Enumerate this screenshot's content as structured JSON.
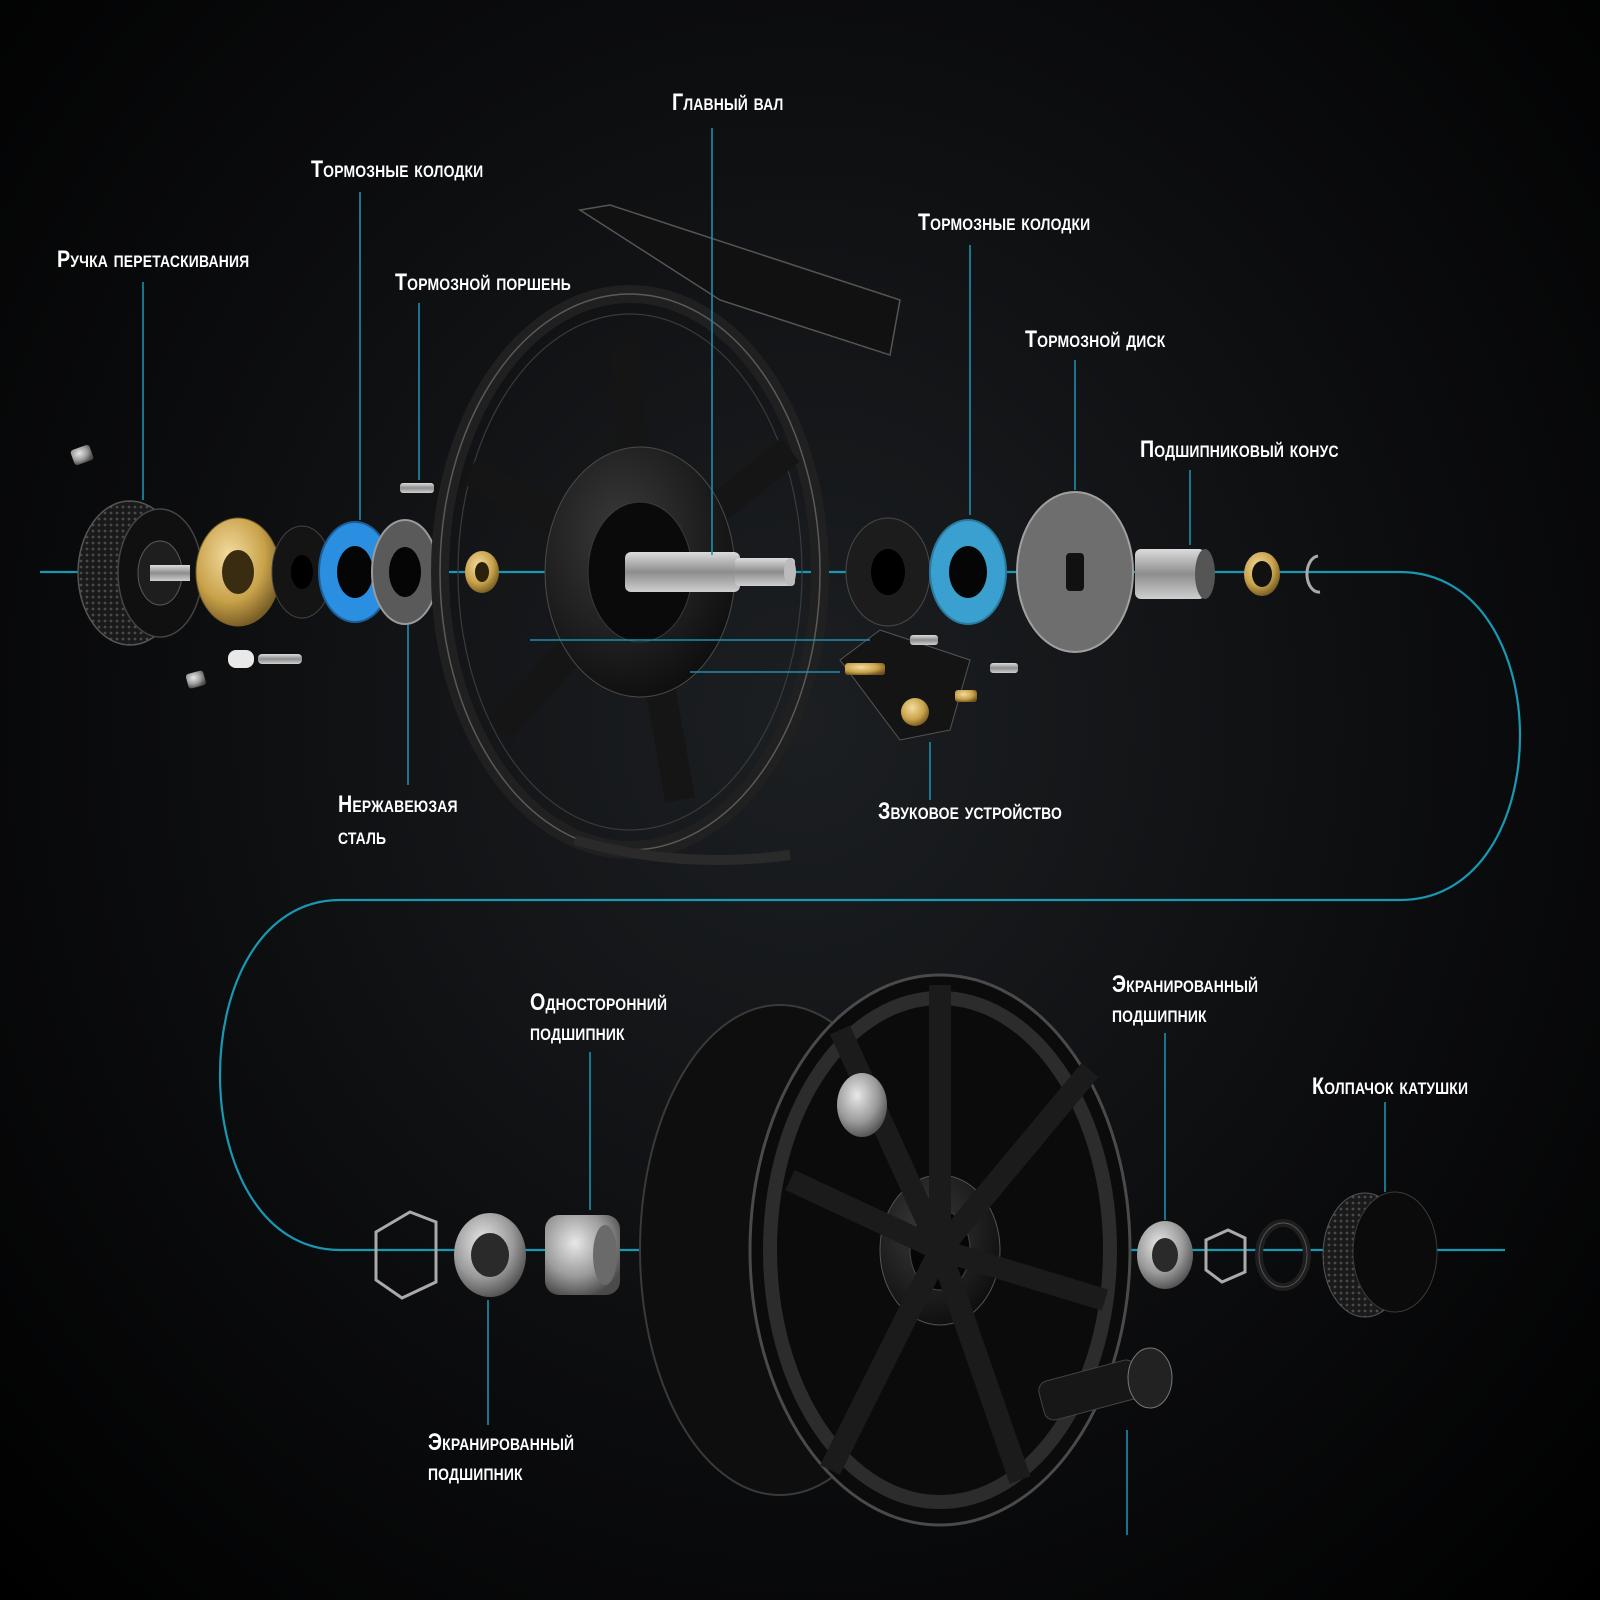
{
  "labels": {
    "main_shaft": "Главный вал",
    "brake_pads_left": "Тормозные колодки",
    "drag_knob": "Ручка перетаскивания",
    "brake_piston": "Тормозной поршень",
    "brake_pads_right": "Тормозные колодки",
    "brake_disc": "Тормозной диск",
    "bearing_cone": "Подшипниковый конус",
    "stainless_steel_line1": "Нержавеюзая",
    "stainless_steel_line2": "сталь",
    "sound_device": "Звуковое устройство",
    "one_way_bearing_line1": "Односторонний",
    "one_way_bearing_line2": "подшипник",
    "shielded_bearing_right_line1": "Экранированный",
    "shielded_bearing_right_line2": "подшипник",
    "spool_cap": "Колпачок катушки",
    "shielded_bearing_left_line1": "Экранированный",
    "shielded_bearing_left_line2": "подшипник"
  },
  "colors": {
    "accent_line": "#1aa7c4",
    "leader_line": "#1b8fb0",
    "text": "#ffffff",
    "blue_washer": "#2a8fe0",
    "brass": "#c9a24a",
    "frame": "#0a0a0a"
  }
}
